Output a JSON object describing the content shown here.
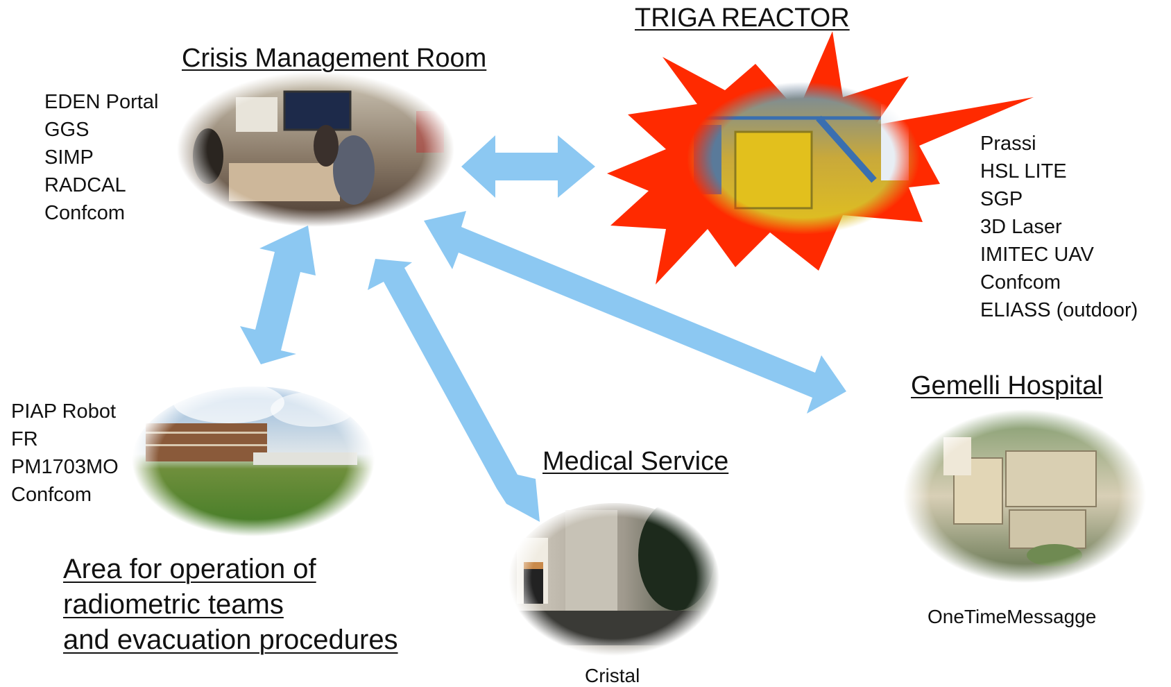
{
  "nodes": {
    "cmr": {
      "title": "Crisis Management Room",
      "tools": [
        "EDEN Portal",
        "GGS",
        "SIMP",
        "RADCAL",
        "Confcom"
      ]
    },
    "triga": {
      "title": "TRIGA REACTOR",
      "tools": [
        "Prassi",
        "HSL LITE",
        "SGP",
        "3D Laser",
        "IMITEC UAV",
        "Confcom",
        "ELIASS (outdoor)"
      ]
    },
    "area": {
      "title_lines": [
        "Area for operation of",
        "radiometric teams",
        "and evacuation procedures"
      ],
      "tools": [
        "PIAP Robot",
        "FR",
        "PM1703MO",
        "Confcom"
      ]
    },
    "medical": {
      "title": "Medical Service",
      "caption": "Cristal"
    },
    "gemelli": {
      "title": "Gemelli Hospital",
      "caption": "OneTimeMessagge"
    }
  },
  "colors": {
    "arrow": "#8cc8f2",
    "burst": "#ff2a00"
  }
}
